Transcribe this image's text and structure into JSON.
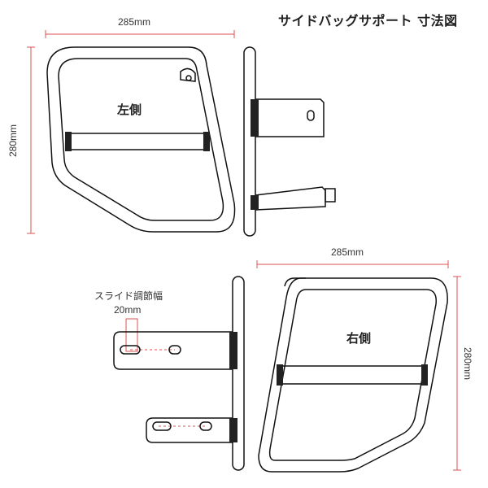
{
  "title": "サイドバッグサポート 寸法図",
  "dimensions": {
    "top_width": "285mm",
    "top_height": "280mm",
    "bottom_width": "285mm",
    "bottom_height": "280mm"
  },
  "sides": {
    "left": "左側",
    "right": "右側"
  },
  "slide": {
    "label": "スライド調節幅",
    "value": "20mm"
  },
  "colors": {
    "dimension_line": "#d9534f",
    "drawing_line": "#111111",
    "band": "#222222"
  }
}
